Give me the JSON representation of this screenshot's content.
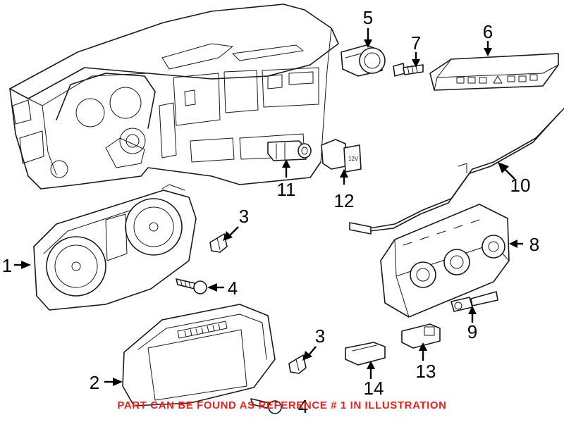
{
  "callouts": {
    "c1": "1",
    "c2": "2",
    "c3a": "3",
    "c3b": "3",
    "c4a": "4",
    "c4b": "4",
    "c5": "5",
    "c6": "6",
    "c7": "7",
    "c8": "8",
    "c9": "9",
    "c10": "10",
    "c11": "11",
    "c12": "12",
    "c13": "13",
    "c14": "14"
  },
  "socket_label": "12V",
  "footnote": "PART CAN BE FOUND AS REFERENCE # 1 IN ILLUSTRATION",
  "colors": {
    "line": "#1a1a1a",
    "footnote": "#e8231c",
    "background": "#ffffff"
  }
}
